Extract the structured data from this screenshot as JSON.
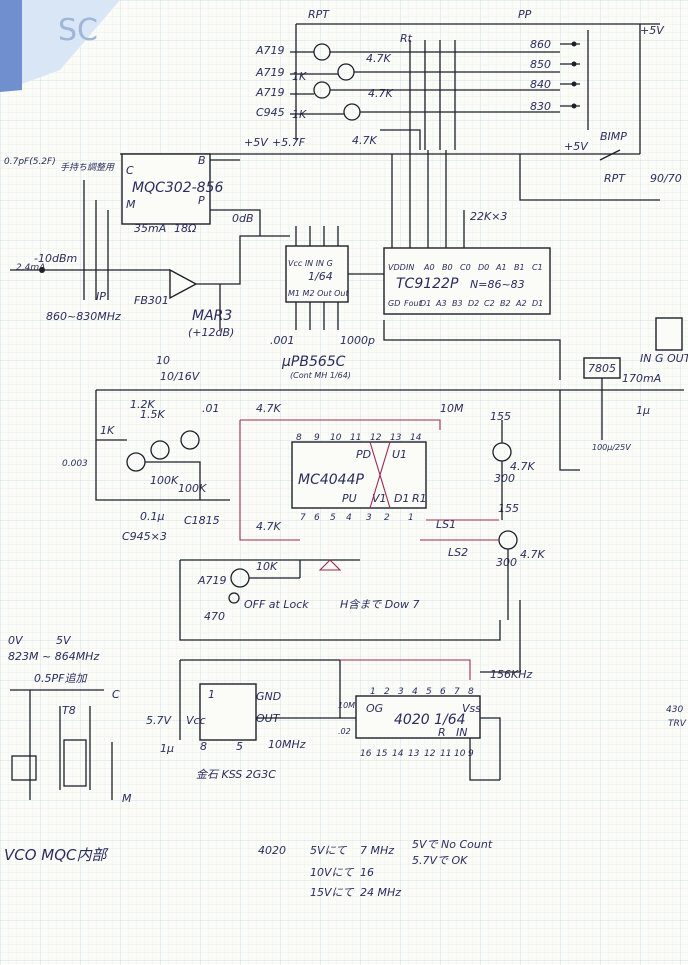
{
  "top": {
    "rpt": "RPT",
    "pp": "PP",
    "plus5v_top": "+5V",
    "ic_rt": "Rt"
  },
  "osc_transistors": {
    "a719_1": "A719",
    "a719_2": "A719",
    "a719_3": "A719",
    "c945": "C945",
    "r47k_1": "4.7K",
    "r47k_2": "4.7K",
    "r47k_3": "4.7K",
    "r1k_1": "1K",
    "r1k_2": "1K"
  },
  "freq_select": [
    "860",
    "850",
    "840",
    "830"
  ],
  "rails": {
    "plus5v": "+5V",
    "plus57": "+5.7F",
    "plus5v_right": "+5V",
    "bimp": "BIMP",
    "rpt_right": "RPT",
    "ratio": "90/70"
  },
  "left_input": {
    "cap_note": "0.7pF(5.2F)",
    "side_note": "手持ち調整用",
    "level": "-10dBm",
    "freq": "860~830MHz",
    "if": "IP",
    "power": "2.4mA"
  },
  "mqc": {
    "name": "MQC302-856",
    "pin_c": "C",
    "pin_b": "B",
    "pin_m": "M",
    "pin_p": "P"
  },
  "mar": {
    "name": "MAR3",
    "gain": "(+12dB)",
    "current": "35mA",
    "res": "18Ω",
    "pad": "0dB",
    "fb": "FB301"
  },
  "prescaler": {
    "top_pins": "Vcc  IN  IN  G",
    "div": "1/64",
    "bot_pins": "M1 M2 Out Out",
    "name": "μPB565C",
    "note": "(Cont MH 1/64)",
    "cap": "1000p",
    "cap2": ".001"
  },
  "tc9122": {
    "top_pins": [
      "VDD",
      "IN",
      "A0",
      "B0",
      "C0",
      "D0",
      "A1",
      "B1",
      "C1"
    ],
    "name": "TC9122P",
    "ratio": "N=86~83",
    "bot_pins": [
      "GD",
      "Fout",
      "D1",
      "A3",
      "B3",
      "D2",
      "C2",
      "B2",
      "A2",
      "D1"
    ],
    "rnet": "22K×3"
  },
  "reg": {
    "name": "7805",
    "current": "170mA",
    "cap": "1μ",
    "cap2": "100μ/25V",
    "side": "IN G OUT"
  },
  "mc4044": {
    "name": "MC4044P",
    "top_pins": [
      "8",
      "9",
      "10",
      "11",
      "12",
      "13",
      "14"
    ],
    "bot_pins": [
      "7",
      "6",
      "5",
      "4",
      "3",
      "2",
      "1"
    ],
    "pd": "PD",
    "u1": "U1",
    "pu": "PU",
    "v1": "V1",
    "d1": "D1",
    "r1": "R1",
    "r_top": "4.7K",
    "r_bot": "4.7K",
    "cap": "10M"
  },
  "amp_left": {
    "transistors": "C945×3",
    "tr2": "C1815",
    "r1": "1.2K",
    "r2": "1.5K",
    "r3": "100K",
    "r4": "100K",
    "r5": "1K",
    "c1": "0.003",
    "c2": "0.1μ",
    "c3": ".01",
    "top": "10",
    "top2": "10/16V"
  },
  "right_amp": {
    "r1": "155",
    "r2": "4.7K",
    "r3": "300",
    "r4": "155",
    "r5": "4.7K",
    "r6": "300",
    "ls1": "LS1",
    "ls2": "LS2"
  },
  "lock": {
    "a719": "A719",
    "r10k": "10K",
    "r470": "470",
    "off": "OFF at Lock",
    "hi": "H含まで Dow 7"
  },
  "osc": {
    "gnd": "GND",
    "out": "OUT",
    "vcc": "Vcc",
    "p8": "8",
    "p5": "5",
    "p1": "1",
    "freq": "10MHz",
    "name": "金石 KSS 2G3C",
    "v": "5.7V",
    "cap": "1μ"
  },
  "cd4020": {
    "name": "4020  1/64",
    "sub": "OG",
    "vss": "Vss",
    "r": "R",
    "in": "IN",
    "top_pins": [
      "1",
      "2",
      "3",
      "4",
      "5",
      "6",
      "7",
      "8"
    ],
    "bot_pins": [
      "16",
      "15",
      "14",
      "13",
      "12",
      "11",
      "10",
      "9"
    ],
    "out": "156KHz",
    "cap": "10M",
    "cap2": ".02"
  },
  "vco": {
    "v0": "0V",
    "v5": "5V",
    "range": "823M ~ 864MHz",
    "cap": "0.5PF追加",
    "c": "C",
    "m": "M",
    "title": "VCO  MQC内部",
    "t8": "T8"
  },
  "notes": {
    "ic": "4020",
    "r1a": "5Vにて",
    "r1b": "7 MHz",
    "r2a": "10Vにて",
    "r2b": "16",
    "r3a": "15Vにて",
    "r3b": "24 MHz",
    "side1": "5Vで No Count",
    "side2": "5.7Vで OK"
  },
  "edge": {
    "r1": "430",
    "r2": "TRV"
  },
  "sticker": "SC"
}
